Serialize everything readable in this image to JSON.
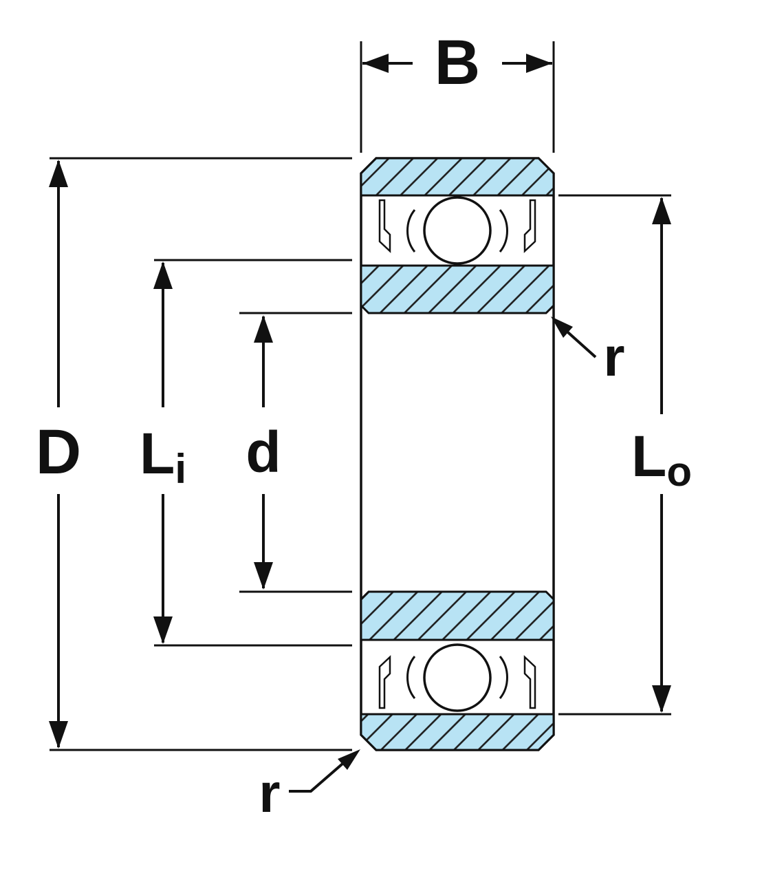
{
  "figure": {
    "type": "technical-diagram",
    "subject": "ball-bearing-cross-section-with-dimensions",
    "labels": {
      "width_top": "B",
      "outer_diameter_left": "D",
      "inner_shoulder_main": "L",
      "inner_shoulder_sub": "i",
      "bore": "d",
      "outer_shoulder_main": "L",
      "outer_shoulder_sub": "o",
      "chamfer_top_right": "r",
      "chamfer_bottom_left": "r"
    },
    "colors": {
      "background": "#ffffff",
      "line": "#111111",
      "hatch_fill": "#b8e3f4",
      "hatch_line": "#1c1c1c"
    }
  }
}
